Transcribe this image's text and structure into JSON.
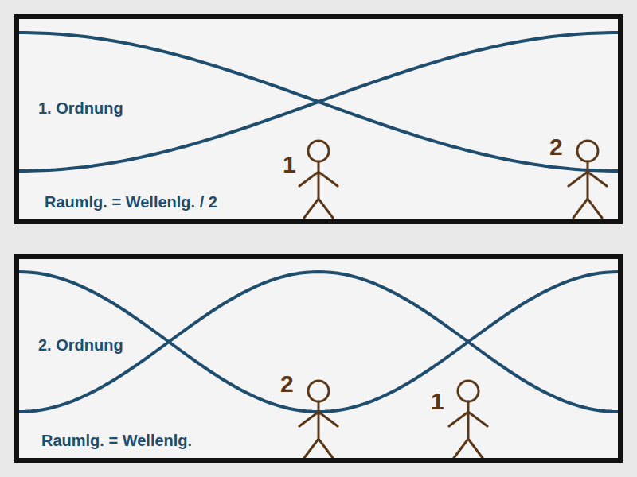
{
  "diagram": {
    "nodes": [
      {
        "text": [
          "1. Ordnung",
          "Raumlg. = Wellenlg. / 2"
        ]
      },
      {
        "text": [
          "2. Ordnung",
          "Raumlg. = Wellenlg."
        ]
      }
    ],
    "labels": [
      "1",
      "2",
      "2",
      "1"
    ]
  }
}
